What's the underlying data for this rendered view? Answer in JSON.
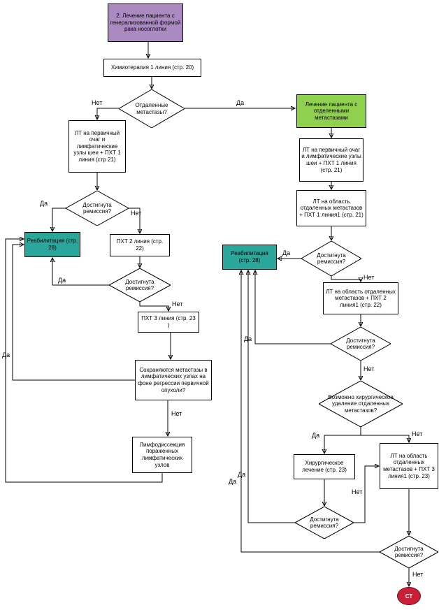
{
  "labels": {
    "yes": "Да",
    "no": "Нет"
  },
  "colors": {
    "start": "#ab8ac2",
    "green": "#8fd04f",
    "teal": "#2aa79a",
    "end": "#cc1f36",
    "node_bg": "#ffffff",
    "line": "#000000"
  },
  "nodes": {
    "start": "2. Лечение пациента с генерализованной формой рака носоглотки",
    "chemo1": "Химиотерапия 1 линия (стр. 20)",
    "metastases_q": "Отдаленные метастазы?",
    "green": "Лечение пациента с отделенными метастазами",
    "lt_left": "ЛТ на первичный очаг и лимфатические узлы шеи  + ПХТ 1 линия (стр 21)",
    "remission": "Достигнута ремиссия?",
    "rehab": "Реабилитация (стр. 28)",
    "pht2": "ПХТ 2 линия (стр. 22)",
    "pht3": "ПХТ 3 линия (стр. 23 )",
    "persist_q": "Сохраняются метастазы в лимфатических узлах на фоне регрессии первичной опухоли?",
    "lymph": "Лимфодиссекция пораженных лимфатических узлов",
    "lt_right": "ЛТ на первичный очаг и лимфатические узлы шеи  + ПХТ 1 линия (стр. 21)",
    "lt_distant1": "ЛТ на область отдаленных метастазов + ПХТ 1 линия1 (стр. 21)",
    "lt_distant2": "ЛТ на область отдаленных метастазов + ПХТ 2 линия1 (стр. 22)",
    "lt_distant3": "ЛТ на область отдаленных метастазов + ПХТ 3 линия1 (стр. 23)",
    "surgery_q": "Возможно хирургическое удаление отдаленных метастазов?",
    "surgery": "Хирургическое лечение (стр. 23)",
    "end": "СТ"
  }
}
